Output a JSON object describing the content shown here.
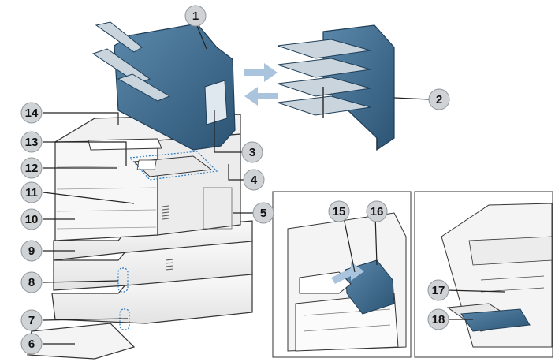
{
  "colors": {
    "badge": "#cfd3d6",
    "badge_stroke": "#8f969b",
    "leader": "#222222",
    "printer_body": "#f2f2f2",
    "printer_line": "#333333",
    "accent_blue": "#3f6e93",
    "accent_blue_dark": "#2c5474",
    "arrow_blue": "#a9c4dc",
    "dotted_highlight": "#2b7bc0",
    "inset_border": "#555555"
  },
  "callouts": [
    {
      "number": "1"
    },
    {
      "number": "2"
    },
    {
      "number": "3"
    },
    {
      "number": "4"
    },
    {
      "number": "5"
    },
    {
      "number": "6"
    },
    {
      "number": "7"
    },
    {
      "number": "8"
    },
    {
      "number": "9"
    },
    {
      "number": "10"
    },
    {
      "number": "11"
    },
    {
      "number": "12"
    },
    {
      "number": "13"
    },
    {
      "number": "14"
    },
    {
      "number": "15"
    },
    {
      "number": "16"
    },
    {
      "number": "17"
    },
    {
      "number": "18"
    }
  ],
  "icons": {
    "direction_arrows": "double-arrow-icon",
    "hand": "hand-icon"
  }
}
